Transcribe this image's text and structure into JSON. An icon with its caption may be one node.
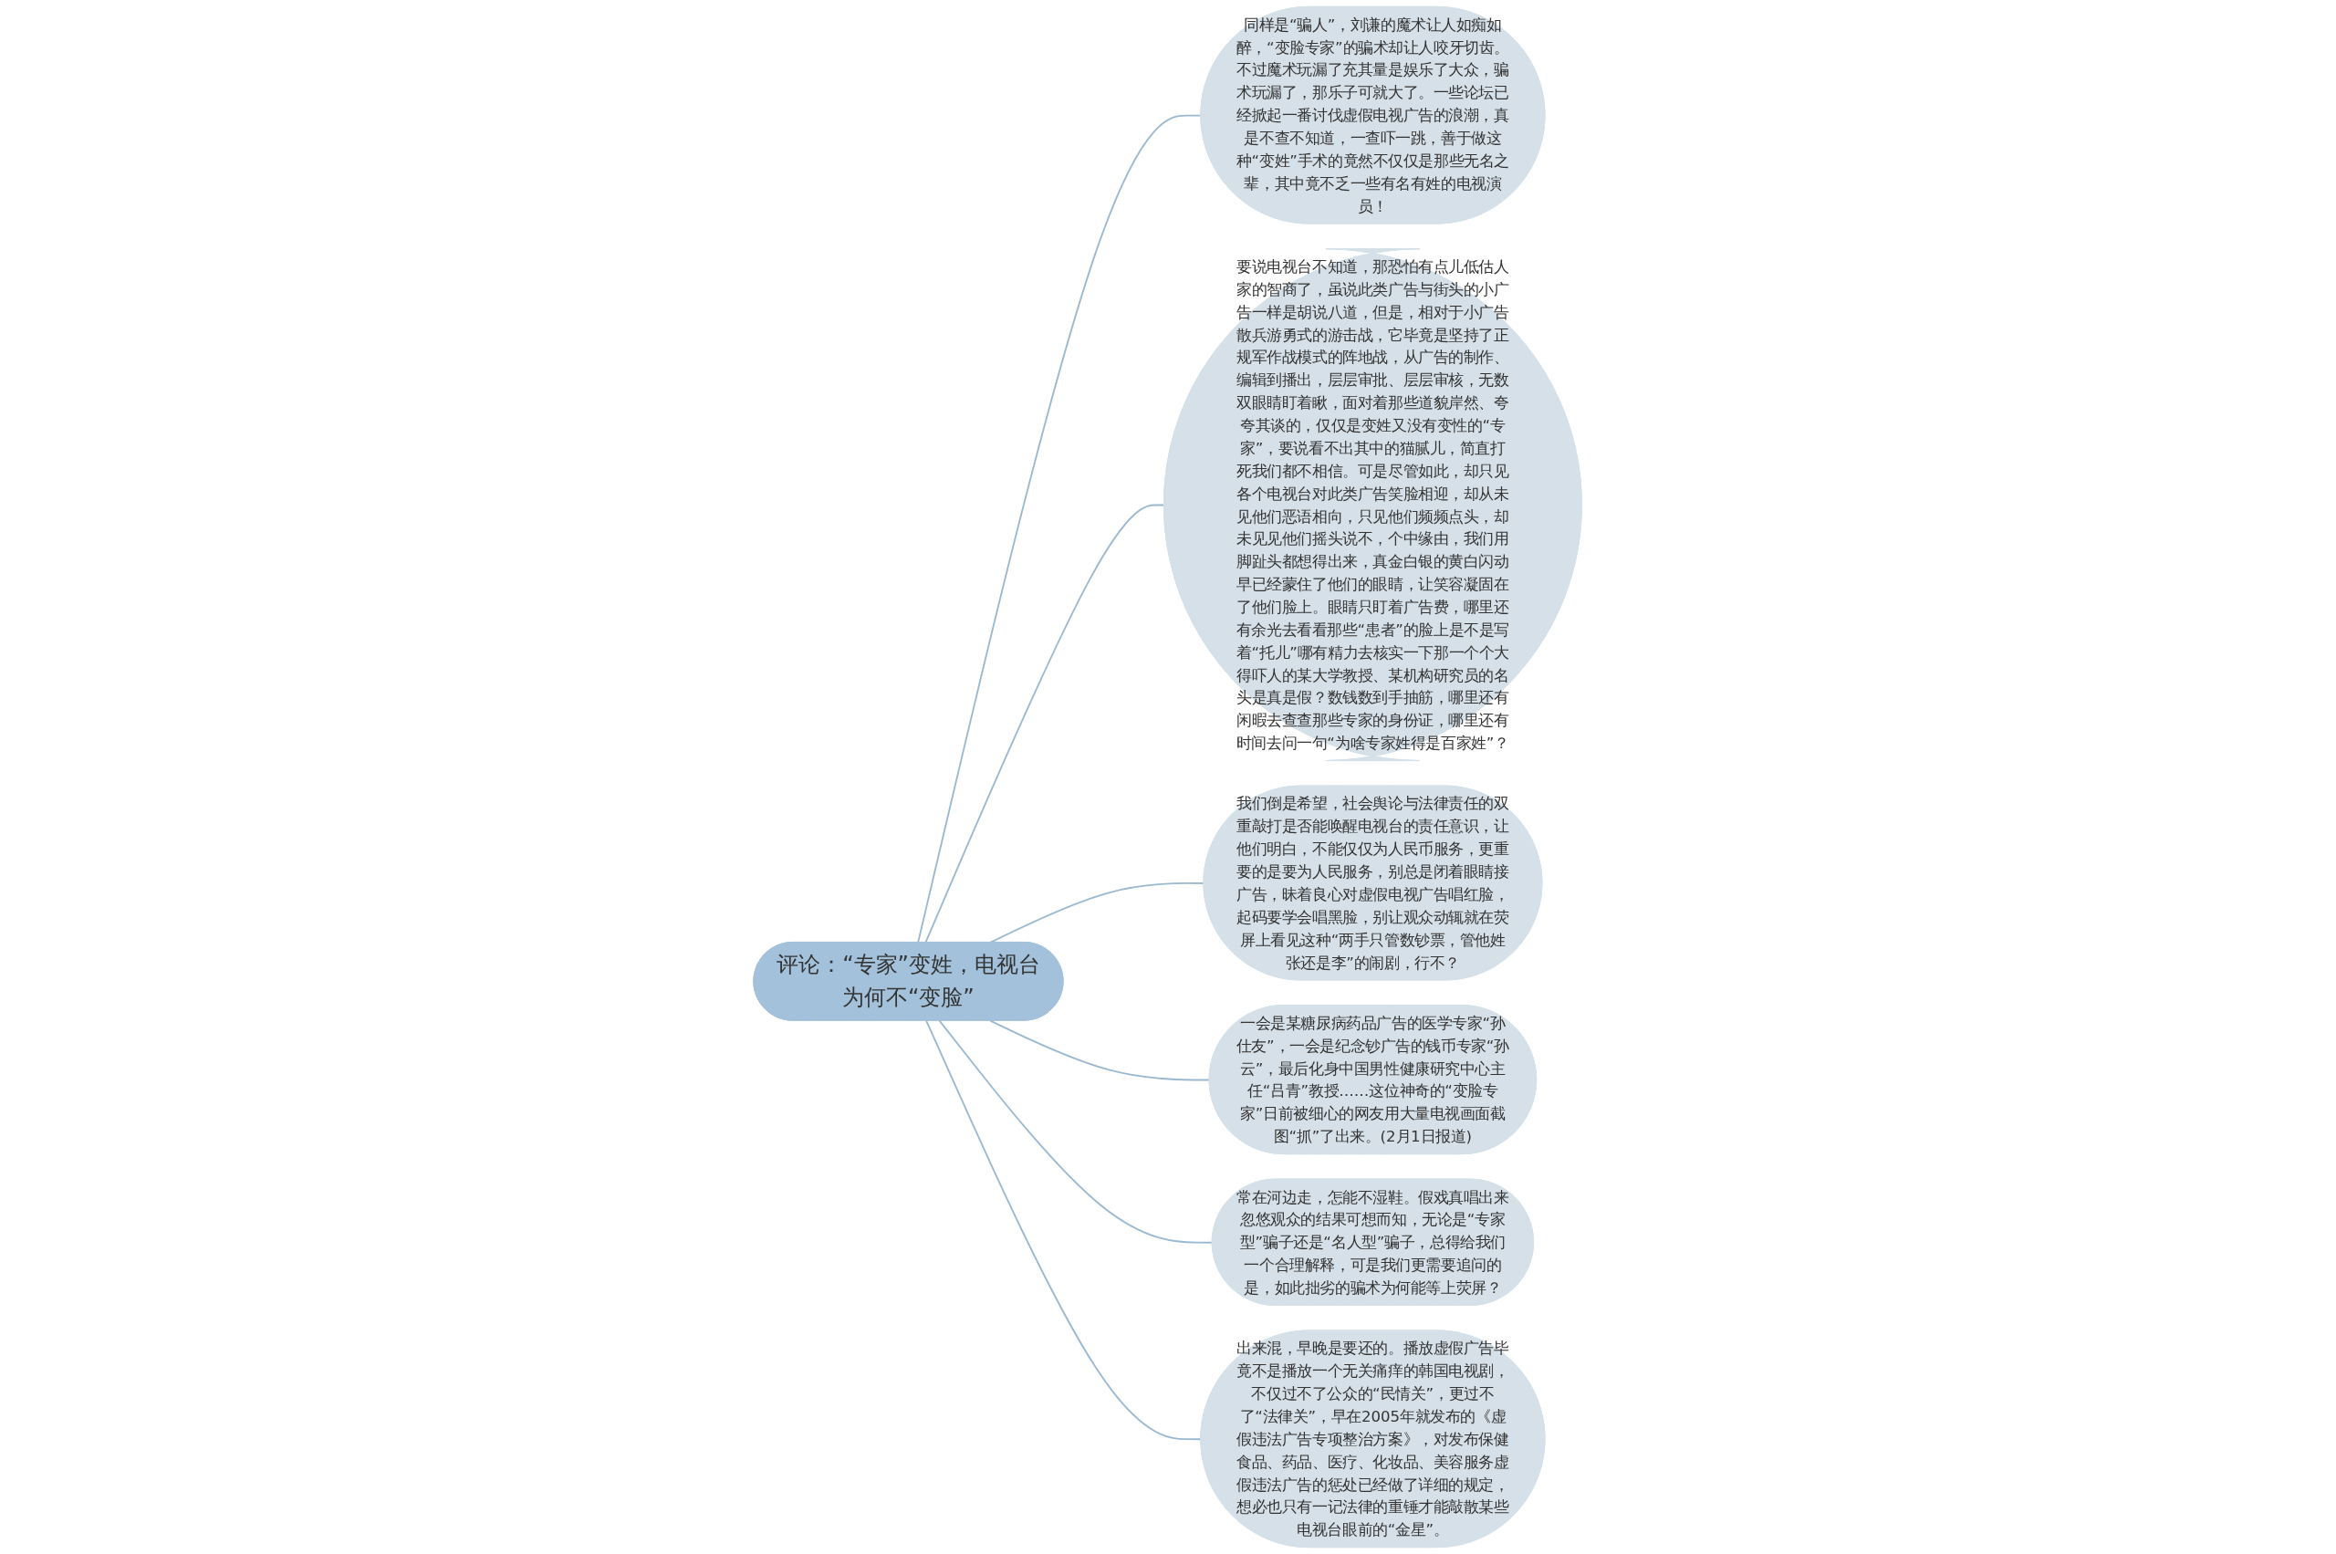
{
  "diagram": {
    "nodes": [
      {
        "text": [
          "评论：“专家”变姓，电视台为何不“变脸”"
        ]
      },
      {
        "text": [
          "同样是“骗人”，刘谦的魔术让人如痴如醉，“变脸专家”的骗术却让人咬牙切齿。不过魔术玩漏了充其量是娱乐了大众，骗术玩漏了，那乐子可就大了。一些论坛已经掀起一番讨伐虚假电视广告的浪潮，真是不查不知道，一查吓一跳，善于做这种“变姓”手术的竟然不仅仅是那些无名之辈，其中竟不乏一些有名有姓的电视演员！"
        ]
      },
      {
        "text": [
          "要说电视台不知道，那恐怕有点儿低估人家的智商了，虽说此类广告与街头的小广告一样是胡说八道，但是，相对于小广告散兵游勇式的游击战，它毕竟是坚持了正规军作战模式的阵地战，从广告的制作、编辑到播出，层层审批、层层审核，无数双眼睛盯着瞅，面对着那些道貌岸然、夸夸其谈的，仅仅是变姓又没有变性的“专家”，要说看不出其中的猫腻儿，简直打死我们都不相信。可是尽管如此，却只见各个电视台对此类广告笑脸相迎，却从未见他们恶语相向，只见他们频频点头，却未见见他们摇头说不，个中缘由，我们用脚趾头都想得出来，真金白银的黄白闪动早已经蒙住了他们的眼睛，让笑容凝固在了他们脸上。眼睛只盯着广告费，哪里还有余光去看看那些“患者”的脸上是不是写着“托儿”哪有精力去核实一下那一个个大得吓人的某大学教授、某机构研究员的名头是真是假？数钱数到手抽筋，哪里还有闲暇去查查那些专家的身份证，哪里还有时间去问一句“为啥专家姓得是百家姓”？"
        ]
      },
      {
        "text": [
          "我们倒是希望，社会舆论与法律责任的双重敲打是否能唤醒电视台的责任意识，让他们明白，不能仅仅为人民币服务，更重要的是要为人民服务，别总是闭着眼睛接广告，昧着良心对虚假电视广告唱红脸，起码要学会唱黑脸，别让观众动辄就在荧屏上看见这种“两手只管数钞票，管他姓张还是李”的闹剧，行不？"
        ]
      },
      {
        "text": [
          "一会是某糖尿病药品广告的医学专家“孙仕友”，一会是纪念钞广告的钱币专家“孙云”，最后化身中国男性健康研究中心主任“吕青”教授……这位神奇的“变脸专家”日前被细心的网友用大量电视画面截图“抓”了出来。(2月1日报道)"
        ]
      },
      {
        "text": [
          "常在河边走，怎能不湿鞋。假戏真唱出来忽悠观众的结果可想而知，无论是“专家型”骗子还是“名人型”骗子，总得给我们一个合理解释，可是我们更需要追问的是，如此拙劣的骗术为何能等上荧屏？"
        ]
      },
      {
        "text": [
          "出来混，早晚是要还的。播放虚假广告毕竟不是播放一个无关痛痒的韩国电视剧，不仅过不了公众的“民情关”，更过不了“法律关”，早在2005年就发布的《虚假违法广告专项整治方案》，对发布保健食品、药品、医疗、化妆品、美容服务虚假违法广告的惩处已经做了详细的规定，想必也只有一记法律的重锤才能敲散某些电视台眼前的“金星”。"
        ]
      }
    ],
    "edges": [
      {
        "from": 0,
        "to": 1,
        "arrow": "none"
      },
      {
        "from": 0,
        "to": 2,
        "arrow": "none"
      },
      {
        "from": 0,
        "to": 3,
        "arrow": "none"
      },
      {
        "from": 0,
        "to": 4,
        "arrow": "none"
      },
      {
        "from": 0,
        "to": 5,
        "arrow": "none"
      },
      {
        "from": 0,
        "to": 6,
        "arrow": "none"
      }
    ]
  }
}
